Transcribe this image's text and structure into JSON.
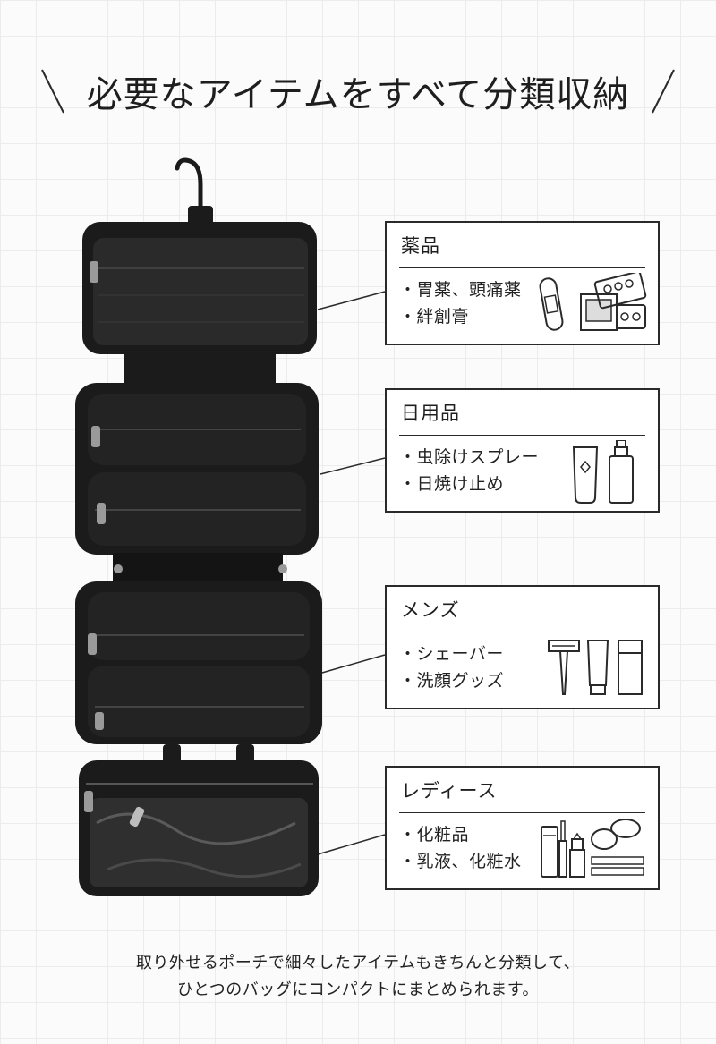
{
  "headline": "必要なアイテムをすべて分類収納",
  "sections": [
    {
      "title": "薬品",
      "items": [
        "胃薬、頭痛薬",
        "絆創膏"
      ]
    },
    {
      "title": "日用品",
      "items": [
        "虫除けスプレー",
        "日焼け止め"
      ]
    },
    {
      "title": "メンズ",
      "items": [
        "シェーバー",
        "洗顔グッズ"
      ]
    },
    {
      "title": "レディース",
      "items": [
        "化粧品",
        "乳液、化粧水"
      ]
    }
  ],
  "caption": [
    "取り外せるポーチで細々したアイテムもきちんと分類して、",
    "ひとつのバッグにコンパクトにまとめられます。"
  ],
  "icons": {
    "medicine": [
      "bandage-icon",
      "pill-pack-icon"
    ],
    "daily": [
      "sunscreen-tube-icon",
      "spray-bottle-icon"
    ],
    "mens": [
      "razor-icon",
      "face-wash-tube-icon",
      "lotion-bottle-icon"
    ],
    "ladies": [
      "cosmetics-icon",
      "compact-icon"
    ]
  },
  "colors": {
    "line": "#2a2a2a",
    "bag": "#1b1b1b"
  }
}
